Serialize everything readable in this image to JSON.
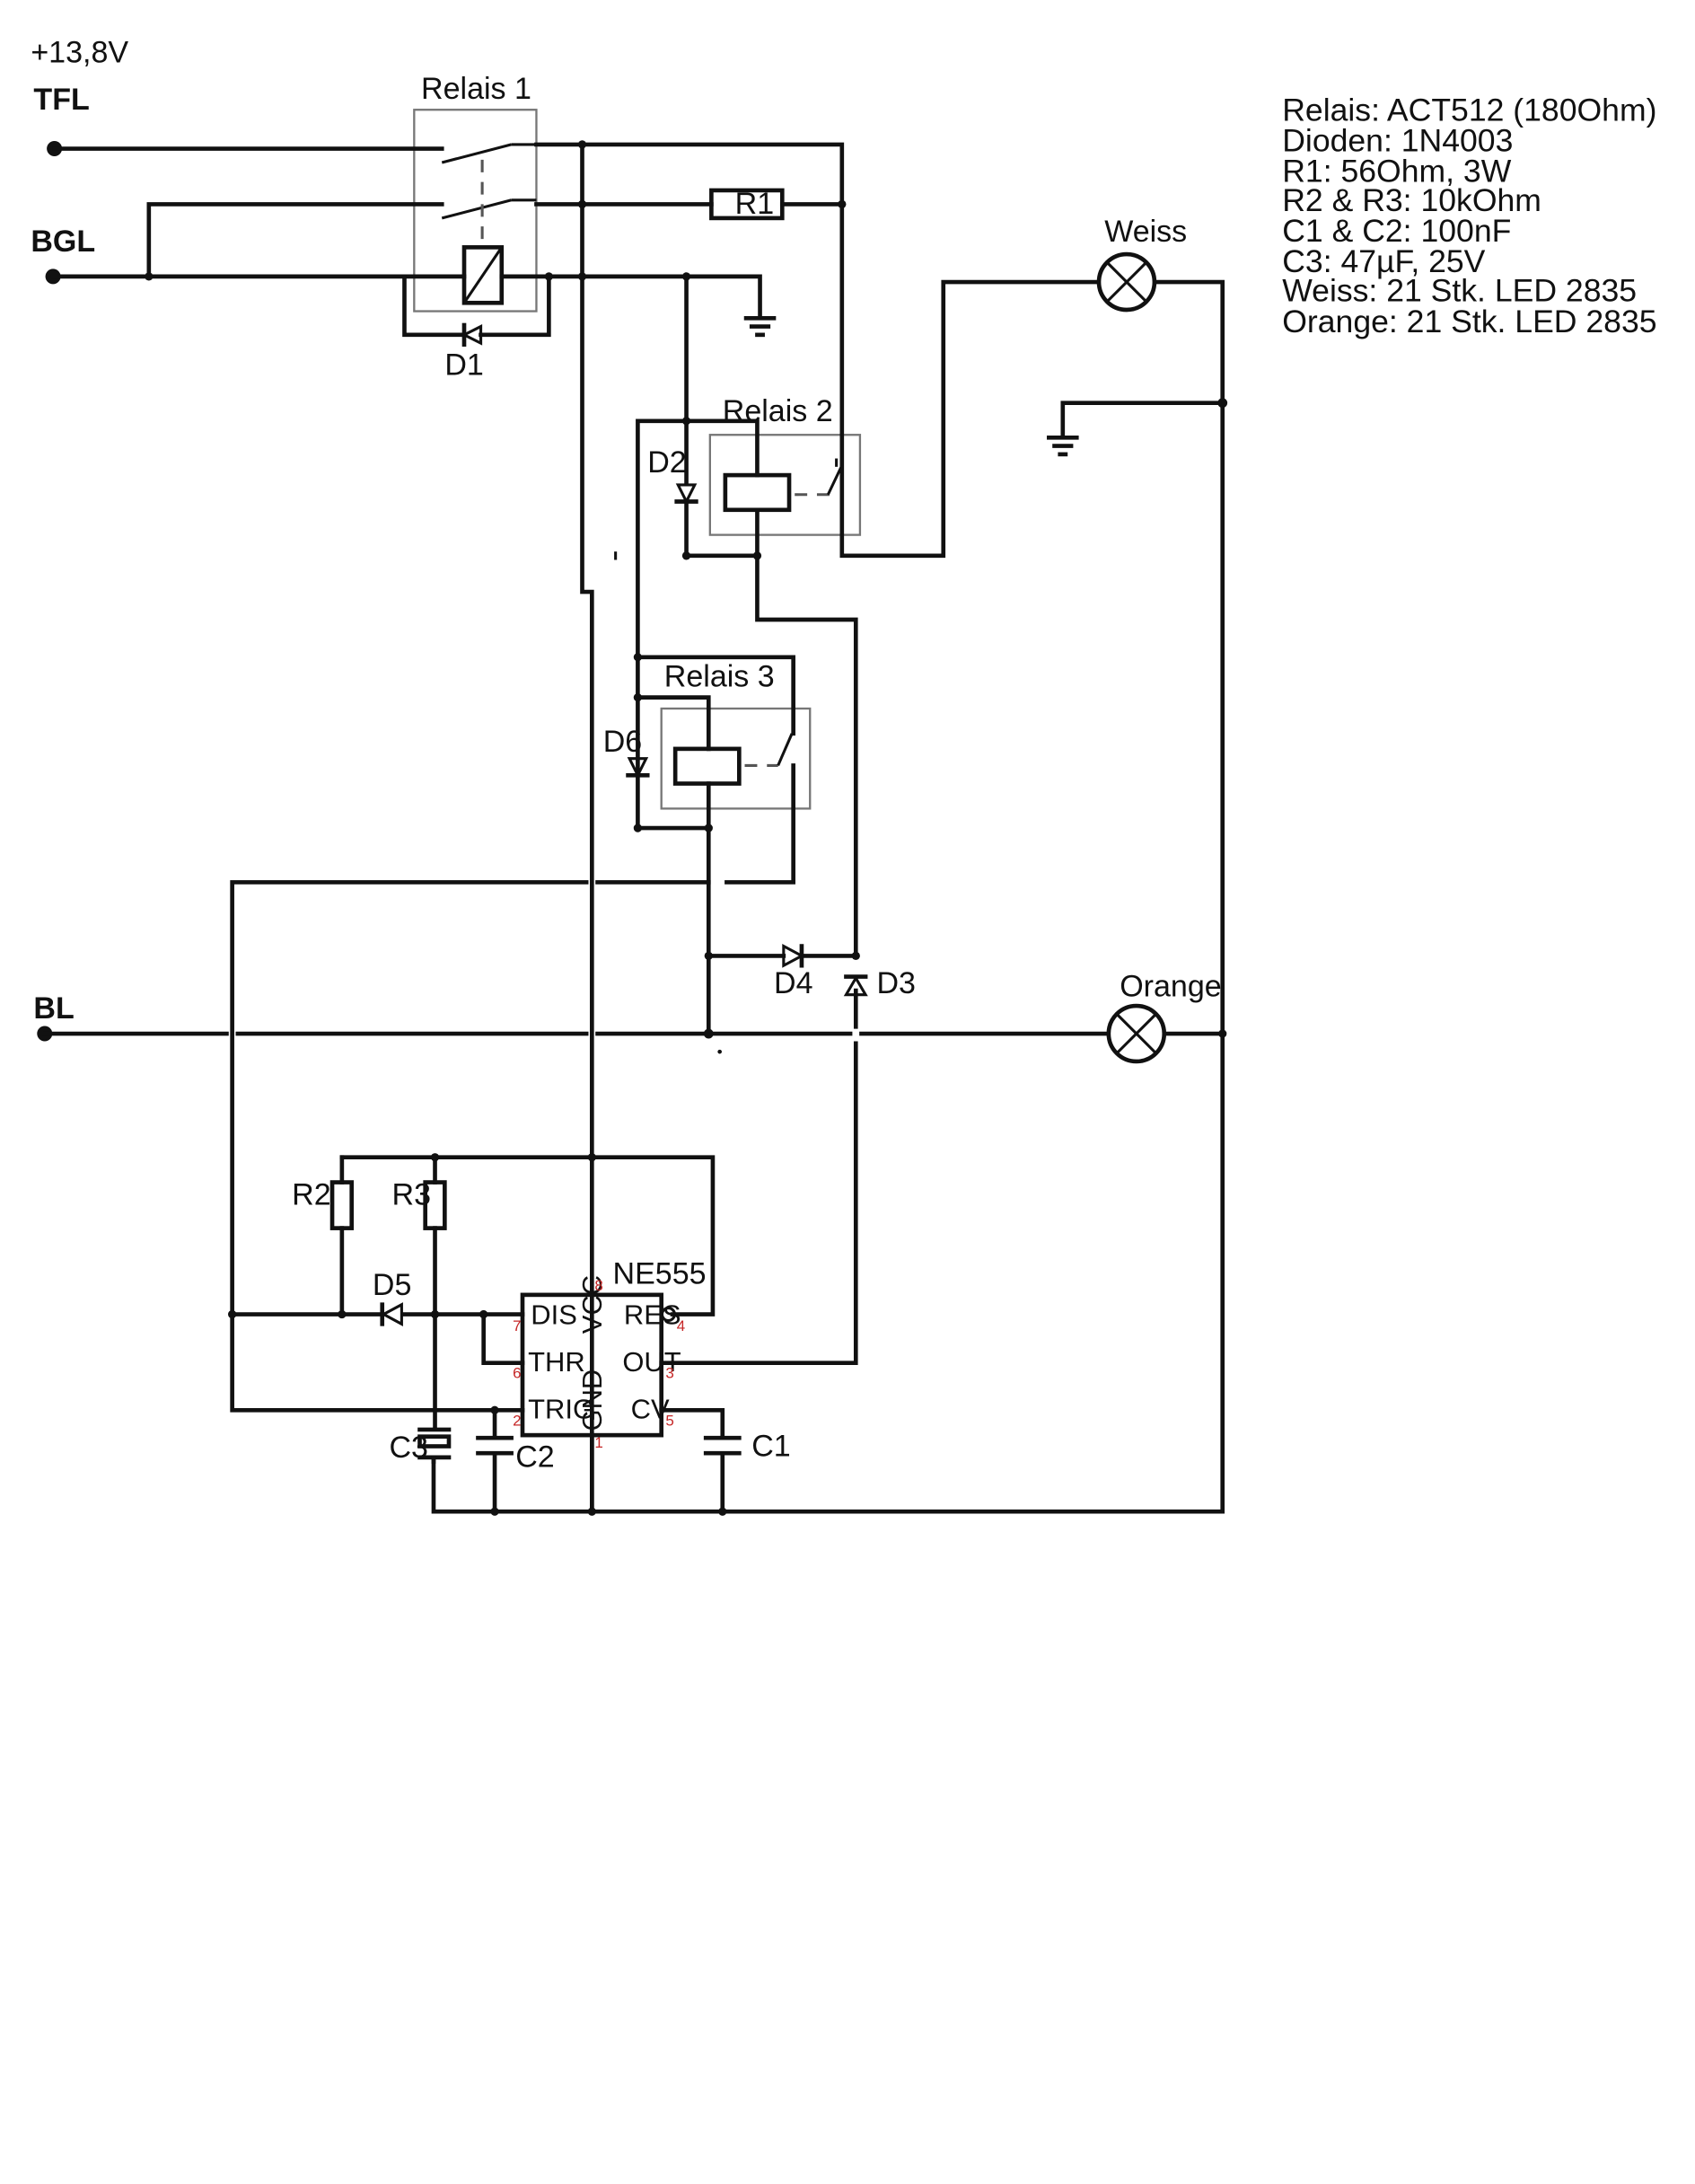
{
  "supply_label": "+13,8V",
  "terminals": {
    "tfl": "TFL",
    "bgl": "BGL",
    "bl": "BL"
  },
  "relays": {
    "relais1": "Relais 1",
    "relais2": "Relais 2",
    "relais3": "Relais 3"
  },
  "diodes": {
    "d1": "D1",
    "d2": "D2",
    "d3": "D3",
    "d4": "D4",
    "d5": "D5",
    "d6": "D6"
  },
  "resistors": {
    "r1": "R1",
    "r2": "R2",
    "r3": "R3"
  },
  "capacitors": {
    "c1": "C1",
    "c2": "C2",
    "c3": "C3"
  },
  "lamps": {
    "weiss": "Weiss",
    "orange": "Orange"
  },
  "ic": {
    "name": "NE555",
    "pins": {
      "dis": "DIS",
      "vcc": "VCC",
      "res": "RES",
      "thr": "THR",
      "out": "OUT",
      "trig": "TRIG",
      "gnd": "GND",
      "cv": "CV"
    },
    "pin_numbers": {
      "dis": "7",
      "vcc": "8",
      "res": "4",
      "thr": "6",
      "out": "3",
      "trig": "2",
      "gnd": "1",
      "cv": "5"
    }
  },
  "specs": [
    "Relais: ACT512 (180Ohm)",
    "Dioden: 1N4003",
    "R1: 56Ohm, 3W",
    "R2 & R3: 10kOhm",
    "C1 & C2: 100nF",
    "C3: 47µF, 25V",
    "Weiss: 21 Stk. LED 2835",
    "Orange: 21 Stk. LED 2835"
  ]
}
